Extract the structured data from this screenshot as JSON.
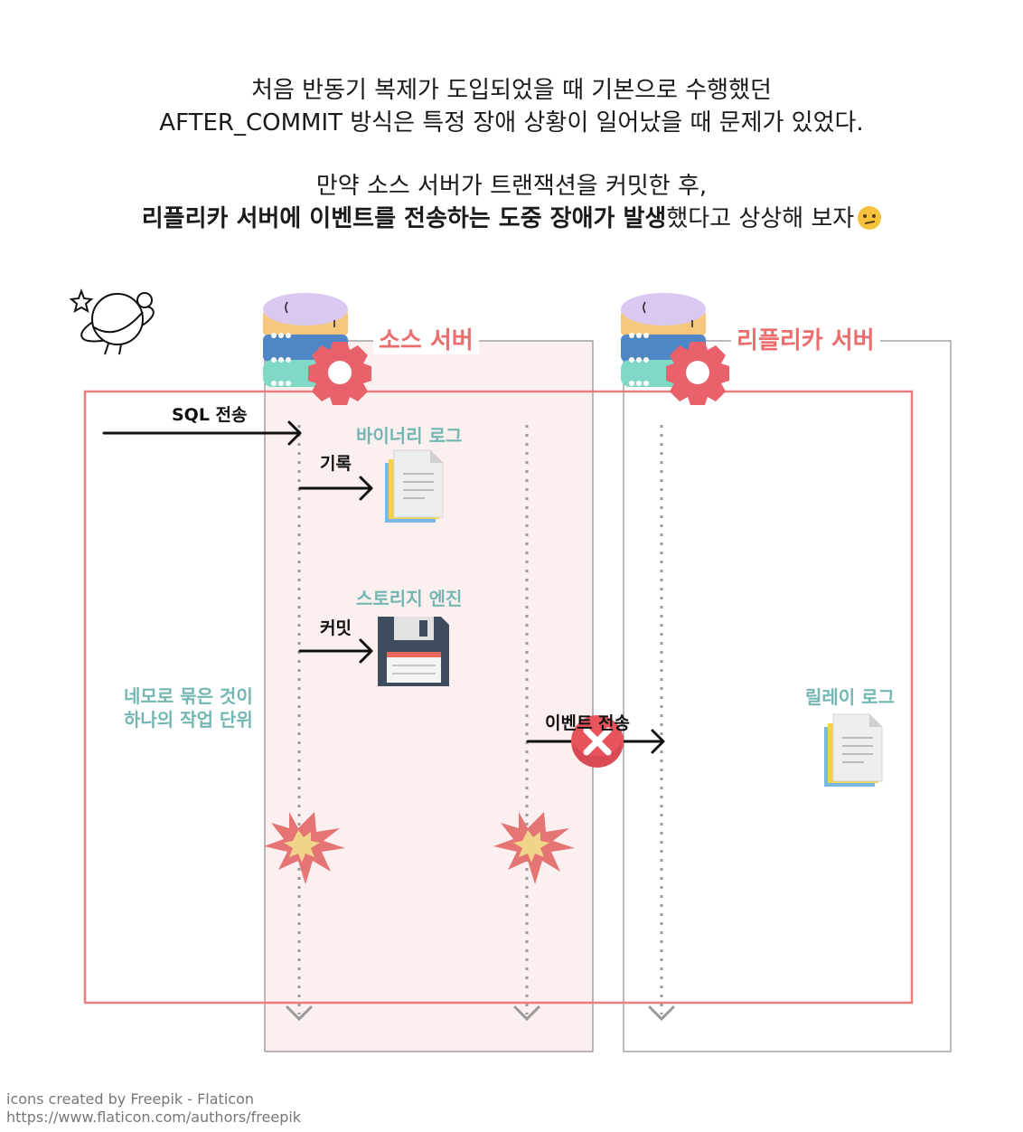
{
  "intro": {
    "line1": "처음 반동기 복제가 도입되었을 때 기본으로 수행했던",
    "line2": "AFTER_COMMIT 방식은 특정 장애 상황이 일어났을 때 문제가 있었다.",
    "line3": "만약 소스 서버가 트랜잭션을 커밋한 후,",
    "line4_bold": "리플리카 서버에 이벤트를 전송하는 도중 장애가 발생",
    "line4_rest": "했다고 상상해 보자"
  },
  "diagram": {
    "source_server_label": "소스 서버",
    "replica_server_label": "리플리카 서버",
    "sql_send_label": "SQL 전송",
    "binary_log_label": "바이너리 로그",
    "record_label": "기록",
    "storage_engine_label": "스토리지 엔진",
    "commit_label": "커밋",
    "unit_of_work_line1": "네모로 묶은 것이",
    "unit_of_work_line2": "하나의 작업 단위",
    "event_send_label": "이벤트 전송",
    "relay_log_label": "릴레이 로그"
  },
  "credits": {
    "line1": "icons created by Freepik - Flaticon",
    "line2": "https://www.flaticon.com/authors/freepik"
  },
  "colors": {
    "accent_red": "#ea6e6e",
    "teal_label": "#74b7b2",
    "source_fill": "#fcefef",
    "group_border": "#6a6a6a"
  },
  "icons": [
    "planet-icon",
    "database-gear-icon",
    "document-icon",
    "floppy-disk-icon",
    "error-x-icon",
    "explosion-icon"
  ]
}
